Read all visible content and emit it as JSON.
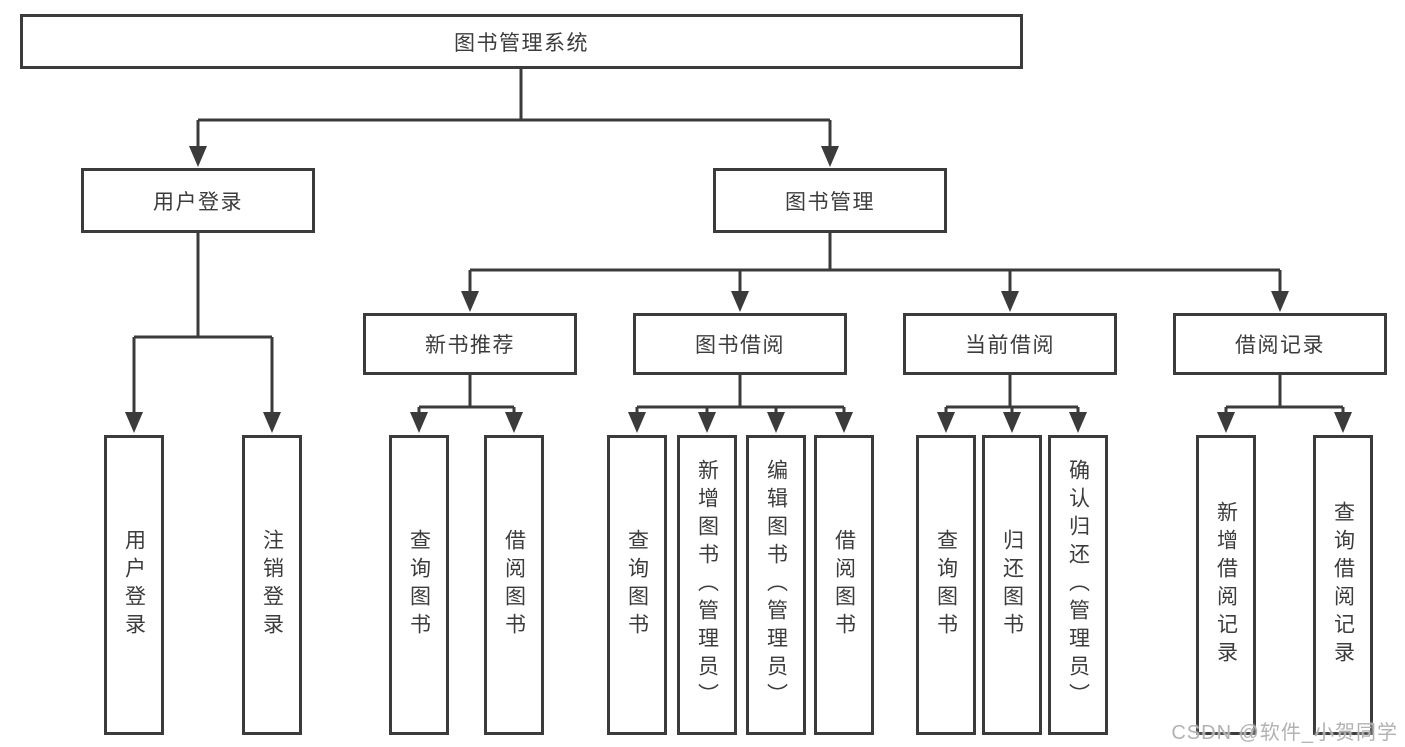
{
  "diagram": {
    "root": {
      "label": "图书管理系统"
    },
    "level1": [
      {
        "id": "user-login",
        "label": "用户登录"
      },
      {
        "id": "book-management",
        "label": "图书管理"
      }
    ],
    "level2": [
      {
        "id": "new-book-recommendation",
        "label": "新书推荐"
      },
      {
        "id": "book-borrowing",
        "label": "图书借阅"
      },
      {
        "id": "current-borrowing",
        "label": "当前借阅"
      },
      {
        "id": "borrowing-records",
        "label": "借阅记录"
      }
    ],
    "leaves": {
      "user_login": [
        "用户登录",
        "注销登录"
      ],
      "new_book_recommendation": [
        "查询图书",
        "借阅图书"
      ],
      "book_borrowing": [
        "查询图书",
        "新增图书（管理员）",
        "编辑图书（管理员）",
        "借阅图书"
      ],
      "current_borrowing": [
        "查询图书",
        "归还图书",
        "确认归还（管理员）"
      ],
      "borrowing_records": [
        "新增借阅记录",
        "查询借阅记录"
      ]
    }
  },
  "watermark": {
    "text": "CSDN @软件_小贺同学"
  },
  "colors": {
    "line": "#3b3b3b",
    "border": "#3b3b3b",
    "text": "#3c3c3c",
    "background": "#ffffff",
    "watermark": "#b2b2b2"
  }
}
